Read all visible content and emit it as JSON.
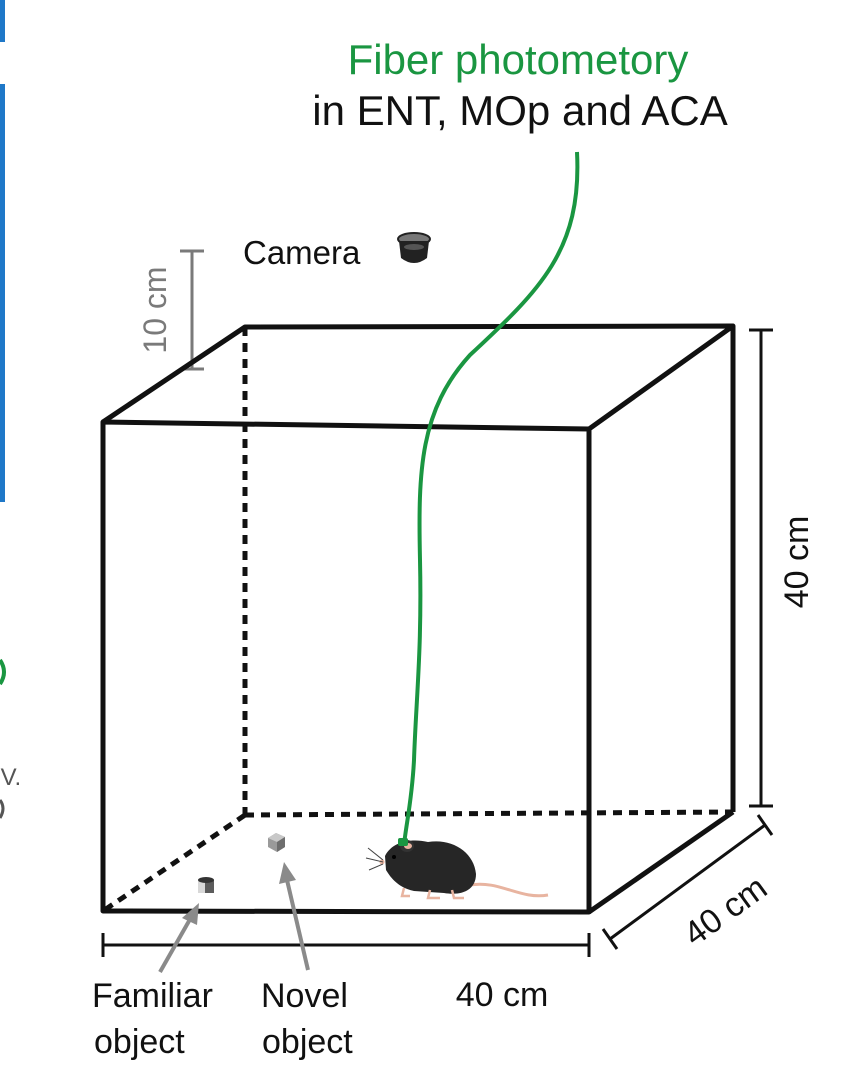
{
  "title": {
    "line1": "Fiber photometory",
    "line2": "in ENT, MOp and ACA",
    "line1_color": "#1a9641",
    "line2_color": "#111111"
  },
  "camera": {
    "label": "Camera",
    "icon": "camera-icon"
  },
  "dimensions": {
    "camera_height": "10 cm",
    "height": "40 cm",
    "depth": "40 cm",
    "width": "40 cm"
  },
  "objects": {
    "familiar_line1": "Familiar",
    "familiar_line2": "object",
    "novel_line1": "Novel",
    "novel_line2": "object"
  },
  "side_fragments": {
    "left_text": "IV."
  },
  "colors": {
    "fiber": "#1a9641",
    "box": "#111111",
    "scale_gray": "#7a7a7a",
    "left_bar": "#1f78c8",
    "arrow": "#8a8a8a",
    "mouse": "#262626",
    "mouse_pink": "#e8b4a0"
  }
}
